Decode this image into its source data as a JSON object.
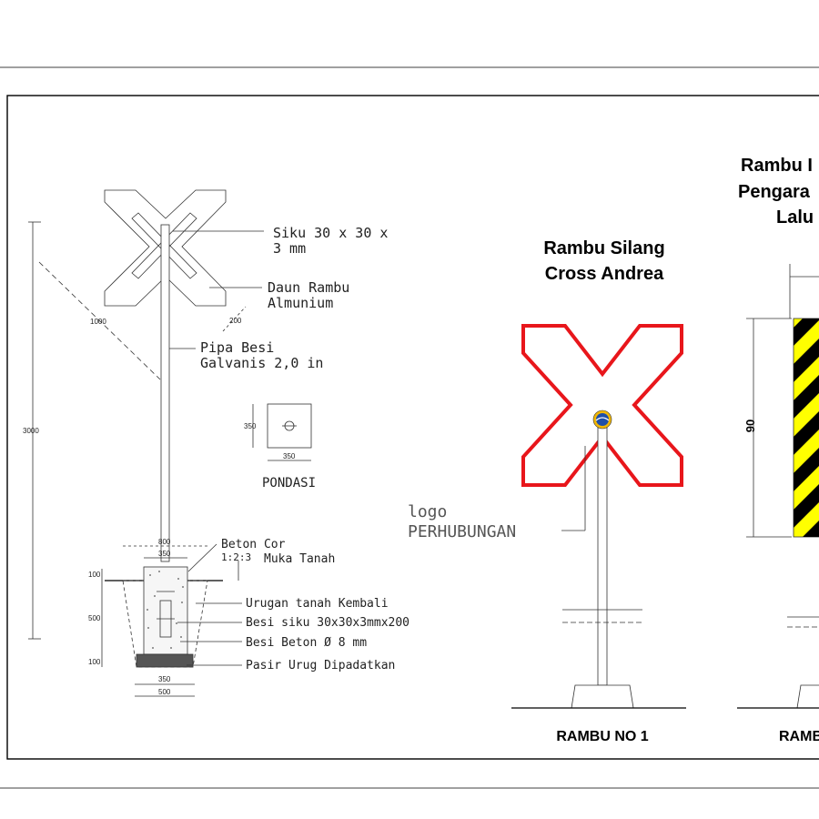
{
  "detail": {
    "labels": {
      "siku_1": "Siku 30 x 30 x",
      "siku_2": "3 mm",
      "daun_1": "Daun Rambu",
      "daun_2": "Almunium",
      "pipa_1": "Pipa Besi",
      "pipa_2": "Galvanis 2,0 in",
      "beton_cor": "Beton Cor",
      "ratio": "1:2:3",
      "muka_tanah": "Muka Tanah",
      "urugan": "Urugan tanah Kembali",
      "besi_siku": "Besi siku 30x30x3mmx200",
      "besi_beton": "Besi Beton Ø 8 mm",
      "pasir": "Pasir Urug Dipadatkan",
      "pondasi": "PONDASI"
    },
    "dims": {
      "total_height": "3000",
      "diag_arm": "1000",
      "arm_width": "200",
      "pondasi_h": "350",
      "pondasi_w": "350",
      "top_800": "800",
      "top_350": "350",
      "d100_top": "100",
      "d500": "500",
      "d100_bot": "100",
      "bot_350": "350",
      "bot_500": "500"
    }
  },
  "sign1": {
    "title_1": "Rambu Silang",
    "title_2": "Cross Andrea",
    "logo_1": "logo",
    "logo_2": "PERHUBUNGAN",
    "caption": "RAMBU NO 1",
    "border_color": "#e8161b"
  },
  "sign2": {
    "title_1": "Rambu I",
    "title_2": "Pengara",
    "title_3": "Lalu",
    "dim_90": "90",
    "caption": "RAMB",
    "stripe_color": "#ffff00"
  }
}
